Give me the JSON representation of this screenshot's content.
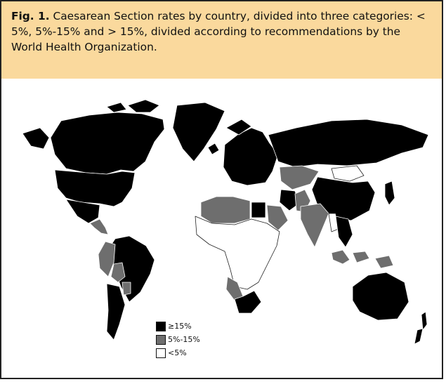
{
  "caption": {
    "lead": "Fig. 1.",
    "text": "Caesarean Section rates by country, divided into three categories: < 5%, 5%-15% and > 15%, divided according to recommendations by the World Health Organization."
  },
  "legend": {
    "items": [
      {
        "label": "≥15%",
        "color": "#000000"
      },
      {
        "label": "5%-15%",
        "color": "#6e6e6e"
      },
      {
        "label": "<5%",
        "color": "#ffffff"
      }
    ]
  },
  "colors": {
    "caption_background": "#fad99d",
    "high": "#000000",
    "mid": "#6e6e6e",
    "low": "#ffffff",
    "border": "#222222"
  },
  "map": {
    "regions": [
      {
        "name": "Canada",
        "category": "high"
      },
      {
        "name": "United States",
        "category": "high"
      },
      {
        "name": "Mexico",
        "category": "high"
      },
      {
        "name": "Central America",
        "category": "mid"
      },
      {
        "name": "Greenland",
        "category": "high"
      },
      {
        "name": "Brazil",
        "category": "high"
      },
      {
        "name": "Peru",
        "category": "mid"
      },
      {
        "name": "Bolivia",
        "category": "mid"
      },
      {
        "name": "Argentina",
        "category": "high"
      },
      {
        "name": "Paraguay",
        "category": "mid"
      },
      {
        "name": "Europe",
        "category": "high"
      },
      {
        "name": "Russia",
        "category": "high"
      },
      {
        "name": "Kazakhstan",
        "category": "mid"
      },
      {
        "name": "China",
        "category": "high"
      },
      {
        "name": "Mongolia",
        "category": "low"
      },
      {
        "name": "India",
        "category": "mid"
      },
      {
        "name": "Pakistan",
        "category": "mid"
      },
      {
        "name": "Iran",
        "category": "high"
      },
      {
        "name": "Saudi Arabia",
        "category": "mid"
      },
      {
        "name": "Egypt",
        "category": "high"
      },
      {
        "name": "North Africa",
        "category": "mid"
      },
      {
        "name": "Sub-Saharan Africa",
        "category": "low"
      },
      {
        "name": "Namibia",
        "category": "mid"
      },
      {
        "name": "South Africa",
        "category": "high"
      },
      {
        "name": "Southeast Asia",
        "category": "high"
      },
      {
        "name": "Myanmar",
        "category": "low"
      },
      {
        "name": "Indonesia",
        "category": "mid"
      },
      {
        "name": "Japan",
        "category": "high"
      },
      {
        "name": "Australia",
        "category": "high"
      },
      {
        "name": "New Zealand",
        "category": "high"
      }
    ]
  }
}
